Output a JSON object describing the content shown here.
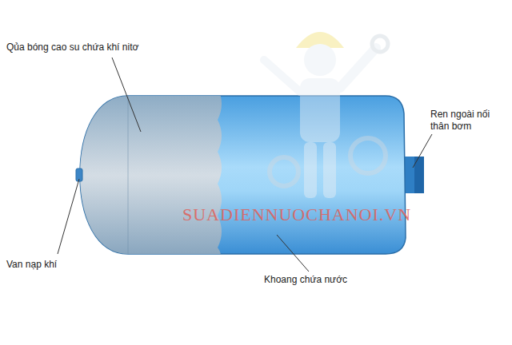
{
  "diagram": {
    "labels": [
      "Qủa bóng cao su chứa khí nitơ",
      "Ren ngoài nối thân bơm",
      "Van nạp khí",
      "Khoang chứa nước",
      "SUADIENNUOCHANOI.VN"
    ]
  }
}
